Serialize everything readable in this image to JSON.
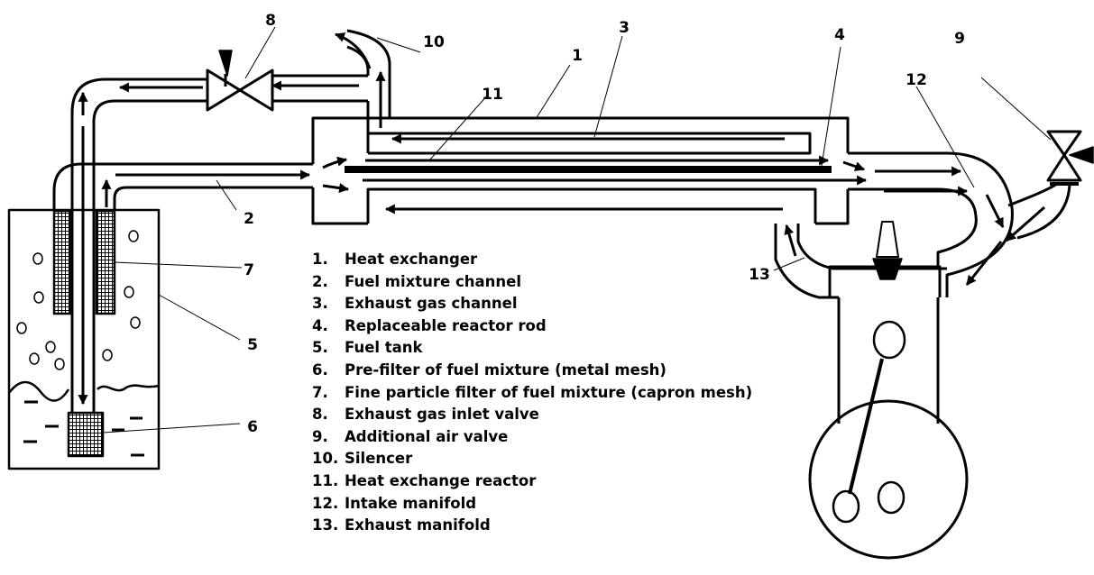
{
  "callouts": {
    "heat_exchanger": "1",
    "fuel_mixture_channel": "2",
    "exhaust_gas_channel": "3",
    "reactor_rod": "4",
    "fuel_tank": "5",
    "pre_filter": "6",
    "fine_filter": "7",
    "exhaust_inlet_valve": "8",
    "additional_air_valve": "9",
    "silencer": "10",
    "heat_exchange_reactor": "11",
    "intake_manifold": "12",
    "exhaust_manifold": "13"
  },
  "legend": [
    {
      "num": "1.",
      "text": "Heat exchanger"
    },
    {
      "num": "2.",
      "text": "Fuel mixture channel"
    },
    {
      "num": "3.",
      "text": "Exhaust gas channel"
    },
    {
      "num": "4.",
      "text": "Replaceable reactor rod"
    },
    {
      "num": "5.",
      "text": "Fuel tank"
    },
    {
      "num": "6.",
      "text": "Pre-filter of fuel mixture (metal mesh)"
    },
    {
      "num": "7.",
      "text": "Fine particle filter of fuel mixture (capron mesh)"
    },
    {
      "num": "8.",
      "text": "Exhaust gas inlet valve"
    },
    {
      "num": "9.",
      "text": "Additional air valve"
    },
    {
      "num": "10.",
      "text": "Silencer"
    },
    {
      "num": "11.",
      "text": "Heat exchange reactor"
    },
    {
      "num": "12.",
      "text": "Intake manifold"
    },
    {
      "num": "13.",
      "text": "Exhaust manifold"
    }
  ]
}
